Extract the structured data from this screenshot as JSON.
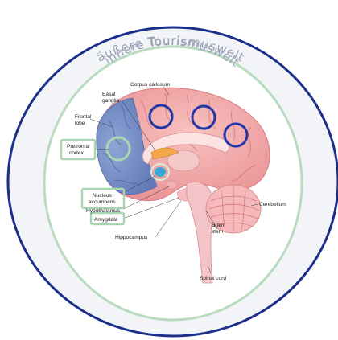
{
  "outer_ring_title": "äußere Tourismuswelt",
  "inner_ring_title": "innere Tourismuswelt",
  "labels": {
    "corpus_callosum": "Corpus callosum",
    "basal_ganglia_1": "Basal",
    "basal_ganglia_2": "ganglia",
    "frontal_lobe_1": "Frontal",
    "frontal_lobe_2": "lobe",
    "prefrontal_cortex_1": "Prefrontal",
    "prefrontal_cortex_2": "cortex",
    "nucleus_accumbens_1": "Nucleus",
    "nucleus_accumbens_2": "accumbens",
    "hypothalamus": "Hypothalamus",
    "amygdala": "Amygdala",
    "hippocampus": "Hippocampus",
    "brain_stem_1": "Brain",
    "brain_stem_2": "stem",
    "cerebellum": "Cerebellum",
    "spinal_cord": "Spinal cord"
  },
  "colors": {
    "outer_ring": "#1b2f8a",
    "inner_ring": "#b9dcc0",
    "highlight_box": "#a8d6b0",
    "cortex_blue_circles": "#2336a6",
    "frontal_lobe": "#6f8fc7",
    "cerebrum": "#f2a7a8",
    "cerebellum": "#f6b9bb",
    "brain_stem": "#f3c5c8",
    "basal_ganglia": "#f3a64a",
    "nucleus_accumbens": "#39a6d9"
  }
}
